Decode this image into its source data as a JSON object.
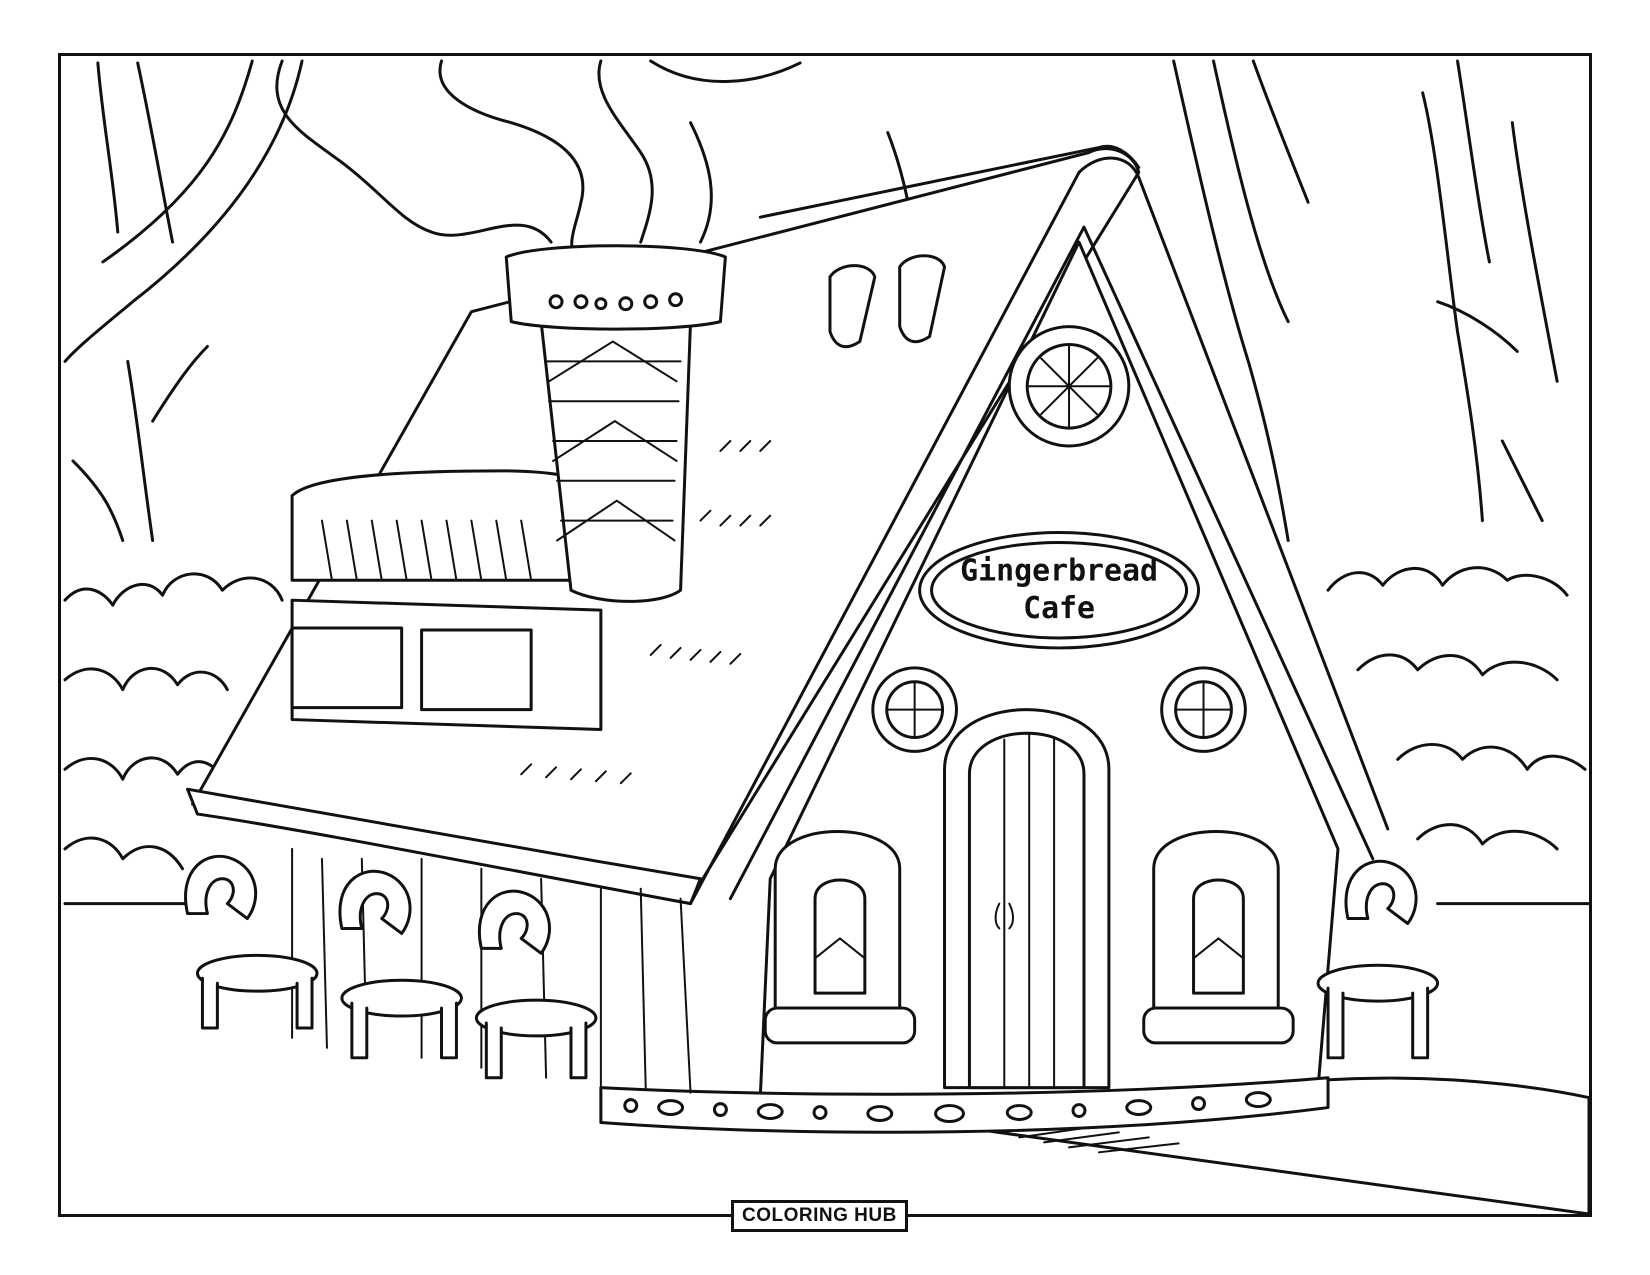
{
  "sign": {
    "line1": "Gingerbread",
    "line2": "Cafe"
  },
  "brand": {
    "label": "COLORING HUB"
  },
  "style": {
    "line_color": "#111111",
    "paper_color": "#ffffff"
  }
}
